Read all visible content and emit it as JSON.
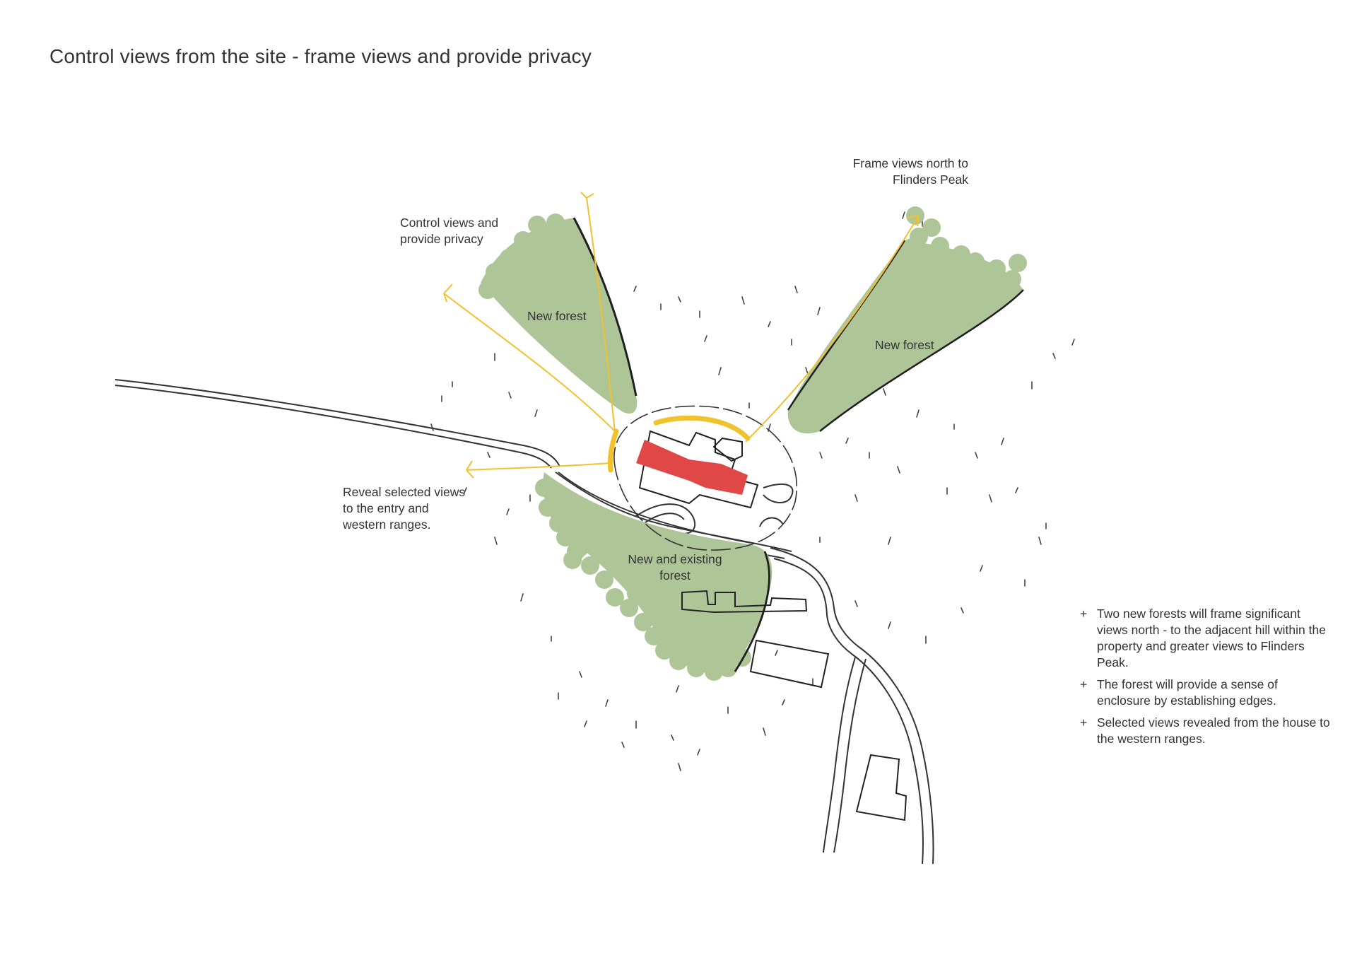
{
  "title": "Control views from the site - frame views and provide privacy",
  "labels": {
    "control_views": [
      "Control views and",
      "provide privacy"
    ],
    "frame_views": [
      "Frame views north to",
      "Flinders Peak"
    ],
    "reveal_views": [
      "Reveal selected views",
      "to the entry and",
      "western ranges."
    ],
    "forest_west": "New forest",
    "forest_east": "New forest",
    "forest_south": [
      "New and existing",
      "forest"
    ]
  },
  "notes": {
    "bullet": "+",
    "items": [
      "Two new forests will frame significant views north - to the adjacent hill within the property and greater views to Flinders Peak.",
      "The forest will provide a sense of enclosure by establishing edges.",
      "Selected views revealed from the house to the western ranges."
    ]
  },
  "colors": {
    "forest": "#adc597",
    "house": "#e04848",
    "view_line": "#f2c12e",
    "ink": "#2a2a2a"
  }
}
